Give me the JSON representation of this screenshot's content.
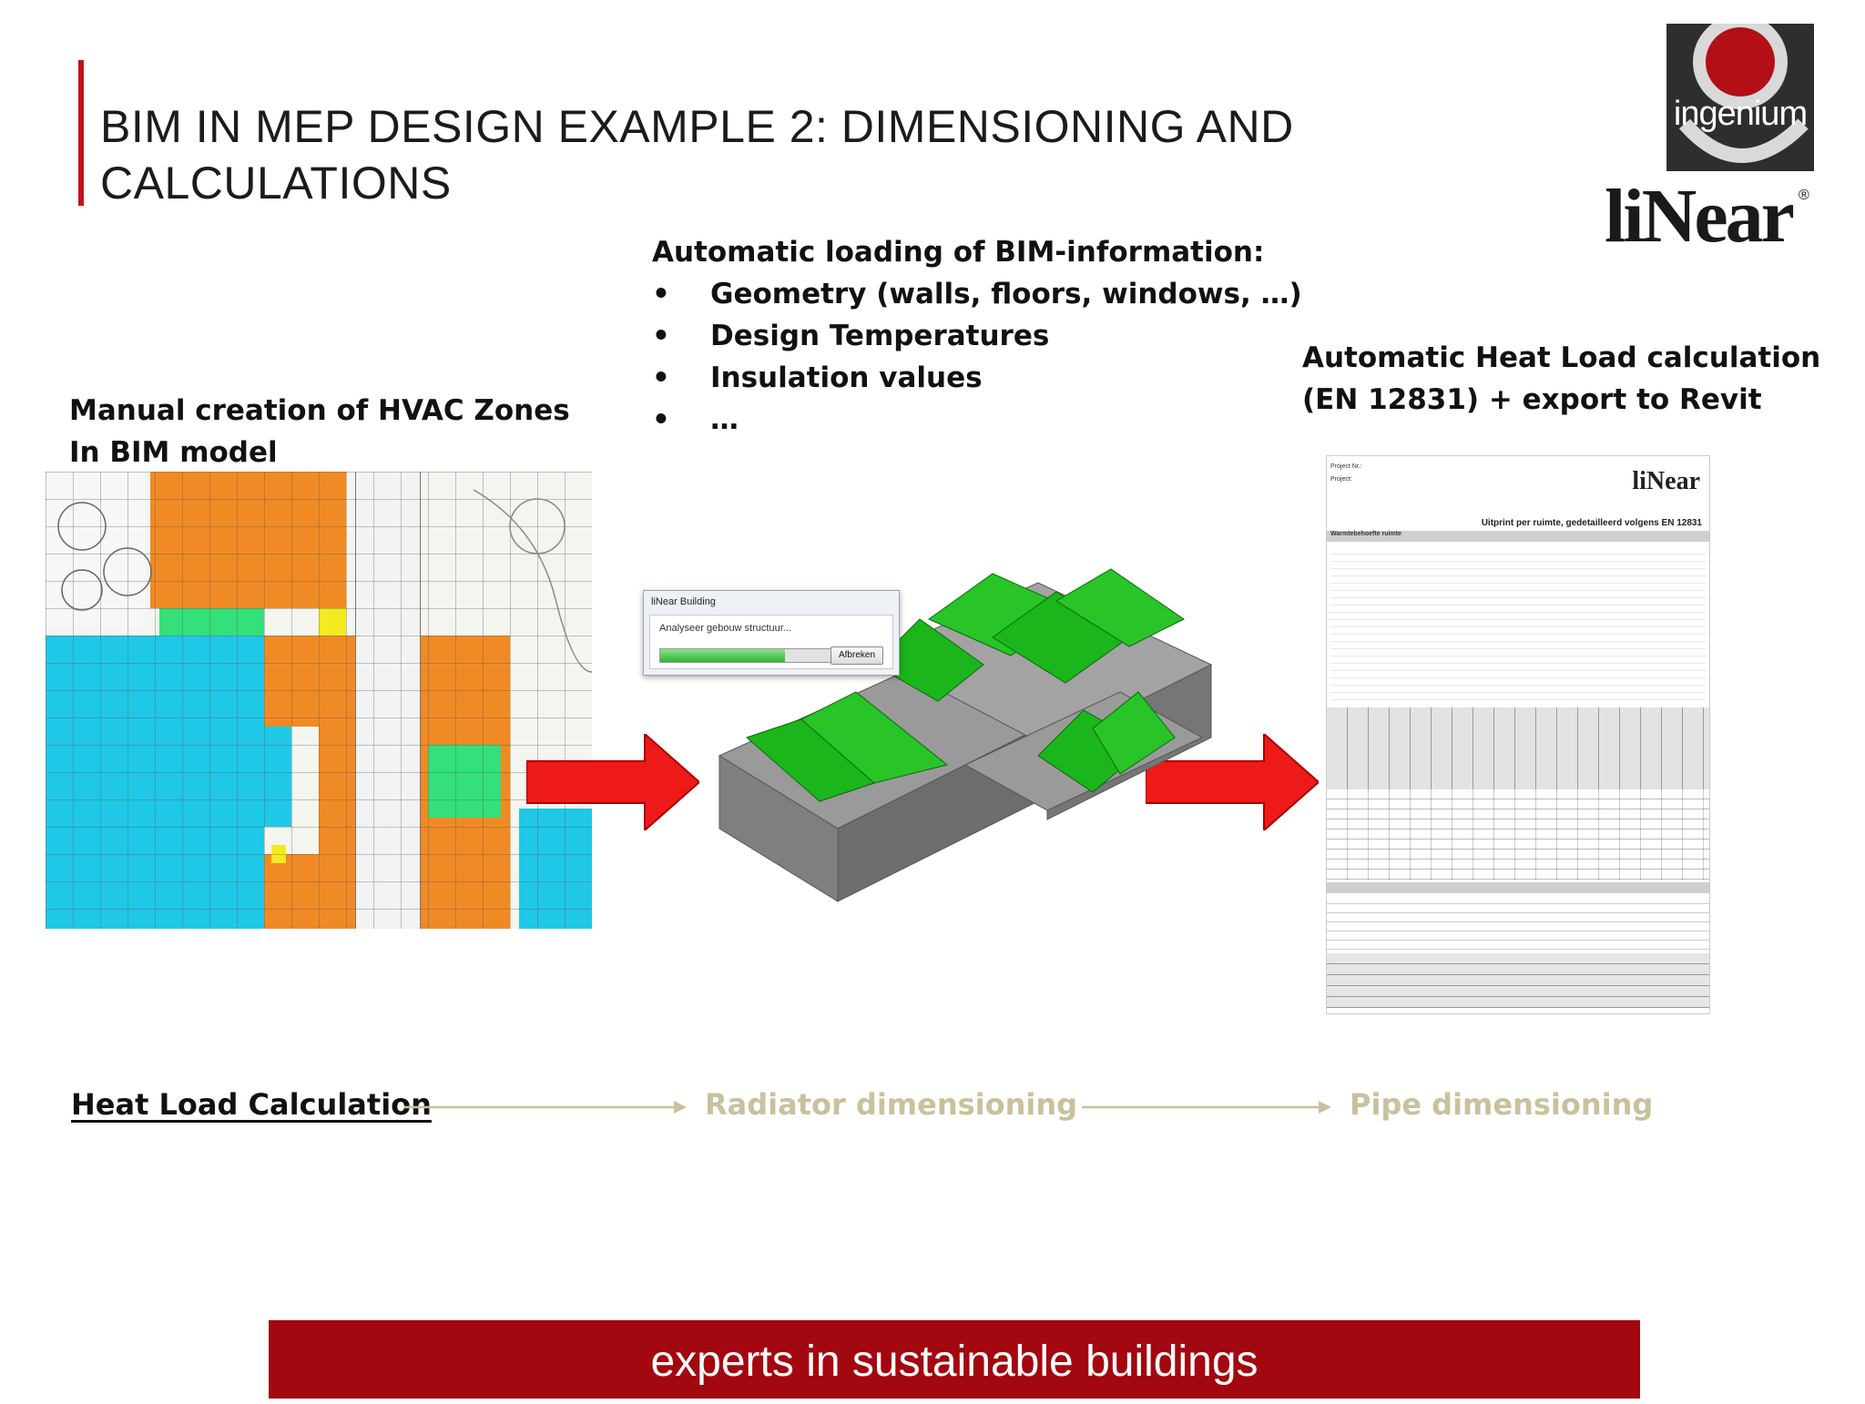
{
  "title": {
    "line1": "BIM IN MEP DESIGN EXAMPLE 2: DIMENSIONING AND",
    "line2": "CALCULATIONS"
  },
  "logos": {
    "ingenium": "ingenium",
    "linear": "liNear"
  },
  "left_caption": {
    "line1": "Manual creation of HVAC Zones",
    "line2": "In BIM model"
  },
  "middle_caption": {
    "heading": "Automatic loading of BIM-information:",
    "bullets": [
      "Geometry (walls, floors, windows, …)",
      "Design Temperatures",
      "Insulation values",
      "…"
    ]
  },
  "right_caption": {
    "line1": "Automatic Heat Load calculation",
    "line2": "(EN 12831) + export to Revit"
  },
  "dialog": {
    "title": "liNear Building",
    "message": "Analyseer gebouw structuur...",
    "progress": 0.72,
    "cancel_label": "Afbreken"
  },
  "report": {
    "project_nr_label": "Project Nr.:",
    "project_label": "Project:",
    "logo": "liNear",
    "subtitle": "Uitprint per ruimte, gedetailleerd volgens EN 12831",
    "section": "Warmtebehoefte ruimte"
  },
  "workflow": {
    "step1": "Heat Load Calculation",
    "step2": "Radiator dimensioning",
    "step3": "Pipe dimensioning"
  },
  "footer": "experts in sustainable buildings",
  "colors": {
    "accent_red": "#c0121c",
    "footer_red": "#a3070f",
    "zone_orange": "#f08a24",
    "zone_cyan": "#1fc8e6",
    "zone_green": "#33e07a",
    "roof_green": "#1bb61b",
    "arrow_red": "#ee1a1a",
    "muted": "#c9c19d"
  }
}
